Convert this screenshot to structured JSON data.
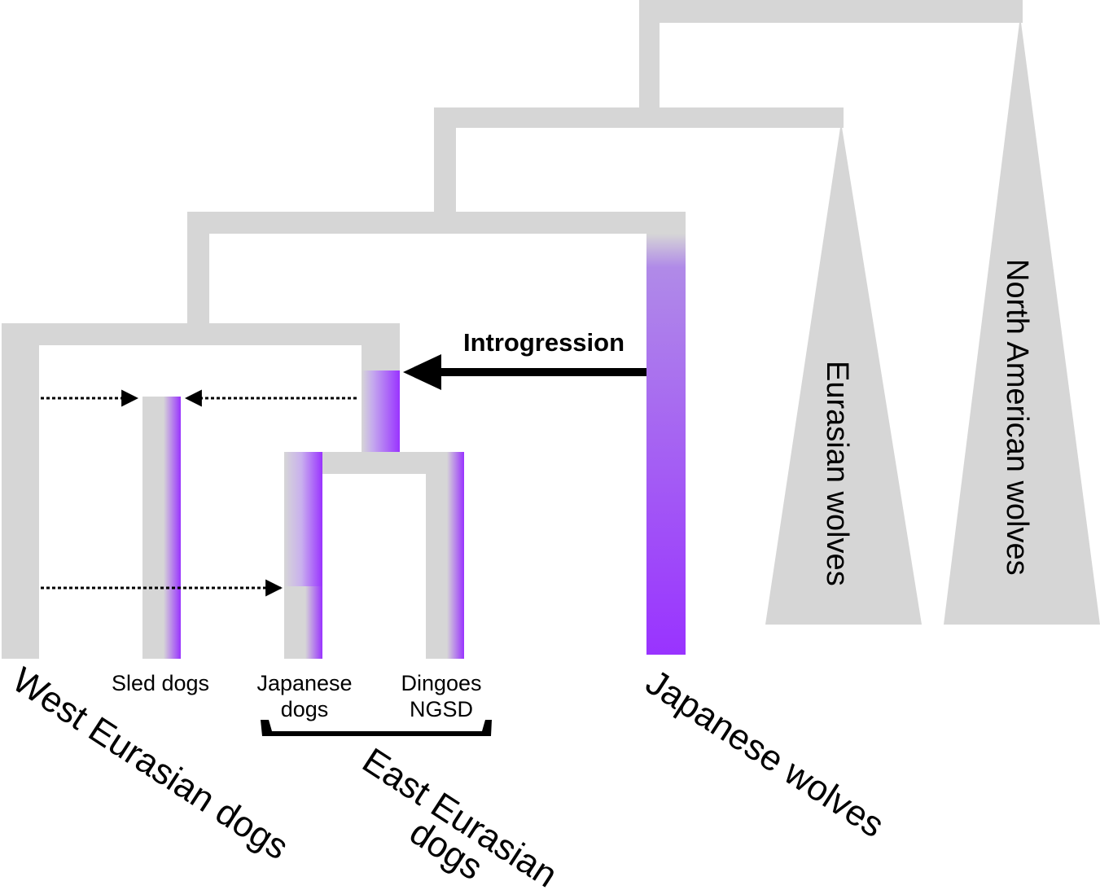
{
  "colors": {
    "branch": "#d6d6d6",
    "introgression": "#9933ff",
    "arrow": "#000000"
  },
  "labels": {
    "west_eurasian_dogs": "West Eurasian dogs",
    "sled_dogs": "Sled dogs",
    "japanese_dogs_line1": "Japanese",
    "japanese_dogs_line2": "dogs",
    "dingoes_line1": "Dingoes",
    "dingoes_line2": "NGSD",
    "east_eurasian_line1": "East Eurasian",
    "east_eurasian_line2": "dogs",
    "japanese_wolves": "Japanese wolves",
    "eurasian_wolves": "Eurasian wolves",
    "north_american_wolves": "North American wolves",
    "introgression": "Introgression"
  }
}
